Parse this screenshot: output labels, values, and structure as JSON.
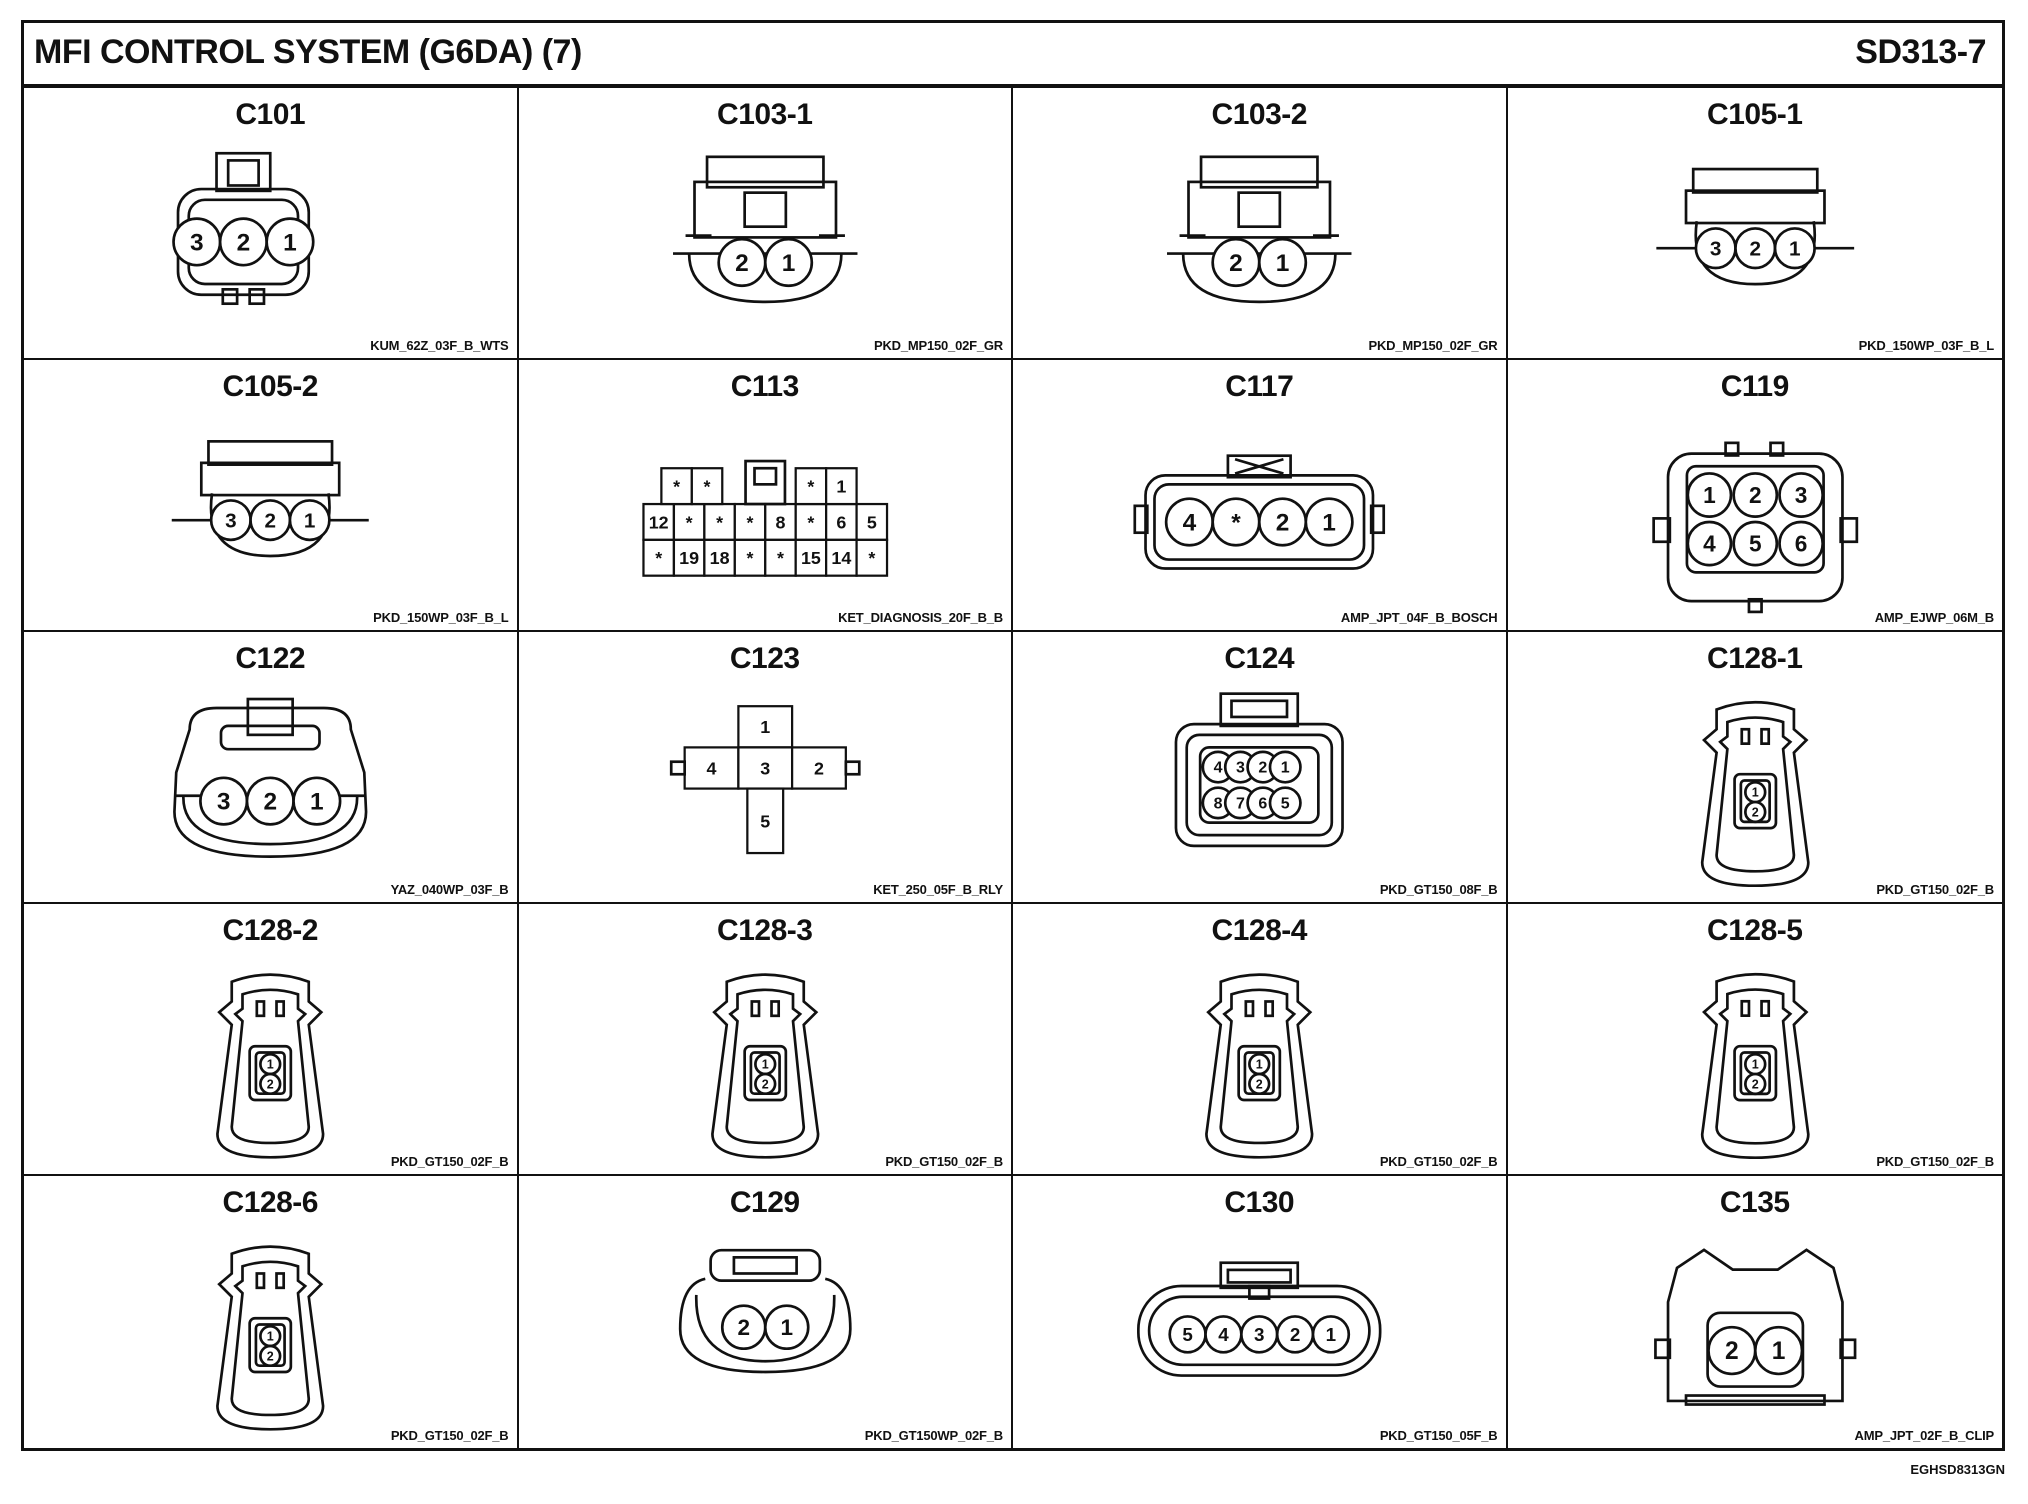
{
  "header": {
    "title": "MFI CONTROL SYSTEM (G6DA) (7)",
    "code": "SD313-7"
  },
  "doc_id": "EGHSD8313GN",
  "connectors": [
    {
      "name": "C101",
      "part": "KUM_62Z_03F_B_WTS",
      "shape": "wide-box",
      "pins": [
        "3",
        "2",
        "1"
      ]
    },
    {
      "name": "C103-1",
      "part": "PKD_MP150_02F_GR",
      "shape": "tower-oval",
      "pins": [
        "2",
        "1"
      ]
    },
    {
      "name": "C103-2",
      "part": "PKD_MP150_02F_GR",
      "shape": "tower-oval",
      "pins": [
        "2",
        "1"
      ]
    },
    {
      "name": "C105-1",
      "part": "PKD_150WP_03F_B_L",
      "shape": "small-oval",
      "pins": [
        "3",
        "2",
        "1"
      ]
    },
    {
      "name": "C105-2",
      "part": "PKD_150WP_03F_B_L",
      "shape": "small-oval",
      "pins": [
        "3",
        "2",
        "1"
      ]
    },
    {
      "name": "C113",
      "part": "KET_DIAGNOSIS_20F_B_B",
      "shape": "diag-block",
      "pins_top_left": [
        "*",
        "*"
      ],
      "pins_top_right": [
        "*",
        "1"
      ],
      "pins_row1": [
        "12",
        "*",
        "*",
        "*",
        "8",
        "*",
        "6",
        "5"
      ],
      "pins_row2": [
        "*",
        "19",
        "18",
        "*",
        "*",
        "15",
        "14",
        "*"
      ]
    },
    {
      "name": "C117",
      "part": "AMP_JPT_04F_B_BOSCH",
      "shape": "long-rect",
      "pins": [
        "4",
        "*",
        "2",
        "1"
      ]
    },
    {
      "name": "C119",
      "part": "AMP_EJWP_06M_B",
      "shape": "square-grid",
      "pins": [
        "1",
        "2",
        "3",
        "4",
        "5",
        "6"
      ]
    },
    {
      "name": "C122",
      "part": "YAZ_040WP_03F_B",
      "shape": "dome",
      "pins": [
        "3",
        "2",
        "1"
      ]
    },
    {
      "name": "C123",
      "part": "KET_250_05F_B_RLY",
      "shape": "relay",
      "pins": [
        "1",
        "4",
        "3",
        "2",
        "5"
      ]
    },
    {
      "name": "C124",
      "part": "PKD_GT150_08F_B",
      "shape": "eight-pin",
      "pins": [
        "4",
        "3",
        "2",
        "1",
        "8",
        "7",
        "6",
        "5"
      ]
    },
    {
      "name": "C128-1",
      "part": "PKD_GT150_02F_B",
      "shape": "injector",
      "pins": [
        "1",
        "2"
      ]
    },
    {
      "name": "C128-2",
      "part": "PKD_GT150_02F_B",
      "shape": "injector",
      "pins": [
        "1",
        "2"
      ]
    },
    {
      "name": "C128-3",
      "part": "PKD_GT150_02F_B",
      "shape": "injector",
      "pins": [
        "1",
        "2"
      ]
    },
    {
      "name": "C128-4",
      "part": "PKD_GT150_02F_B",
      "shape": "injector",
      "pins": [
        "1",
        "2"
      ]
    },
    {
      "name": "C128-5",
      "part": "PKD_GT150_02F_B",
      "shape": "injector",
      "pins": [
        "1",
        "2"
      ]
    },
    {
      "name": "C128-6",
      "part": "PKD_GT150_02F_B",
      "shape": "injector",
      "pins": [
        "1",
        "2"
      ]
    },
    {
      "name": "C129",
      "part": "PKD_GT150WP_02F_B",
      "shape": "small-oval2",
      "pins": [
        "2",
        "1"
      ]
    },
    {
      "name": "C130",
      "part": "PKD_GT150_05F_B",
      "shape": "long-oval",
      "pins": [
        "5",
        "4",
        "3",
        "2",
        "1"
      ]
    },
    {
      "name": "C135",
      "part": "AMP_JPT_02F_B_CLIP",
      "shape": "clip",
      "pins": [
        "2",
        "1"
      ]
    }
  ]
}
